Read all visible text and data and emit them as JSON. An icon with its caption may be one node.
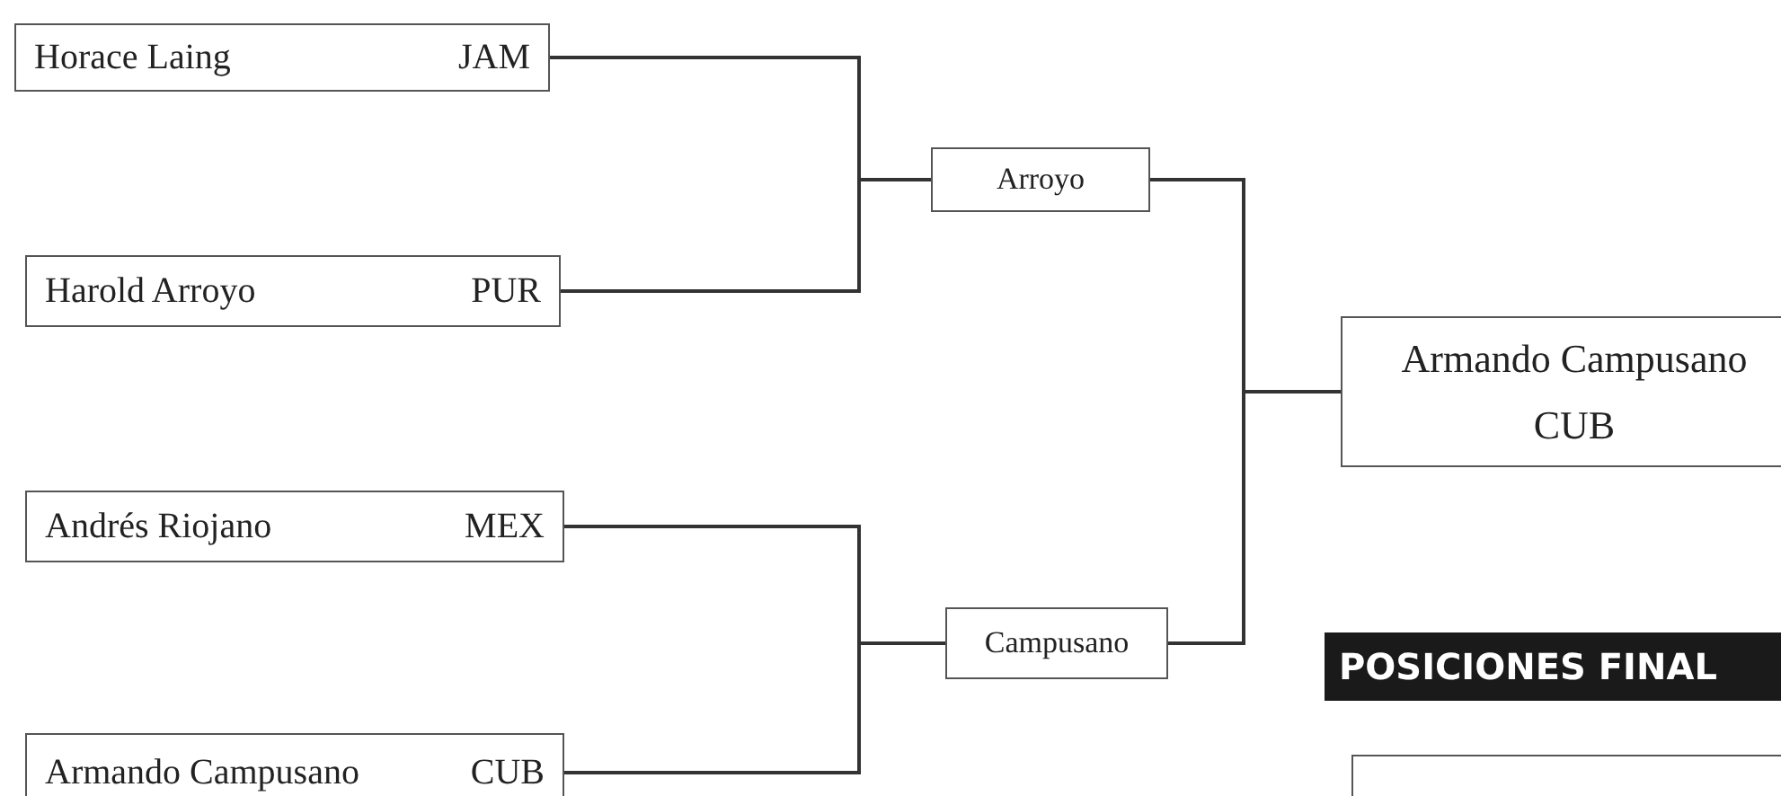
{
  "diagram": {
    "nodes": [
      {
        "text": [
          "Horace Laing",
          "JAM"
        ]
      },
      {
        "text": [
          "Harold Arroyo",
          "PUR"
        ]
      },
      {
        "text": [
          "Andrés Riojano",
          "MEX"
        ]
      },
      {
        "text": [
          "Armando Campusano",
          "CUB"
        ]
      },
      {
        "text": [
          "Arroyo"
        ]
      },
      {
        "text": [
          "Campusano"
        ]
      },
      {
        "text": [
          "Armando Campusano",
          "CUB"
        ]
      },
      {
        "text": [],
        "shape": "box"
      }
    ],
    "edges": [
      {
        "from": 0,
        "to": 4,
        "arrow": "none"
      },
      {
        "from": 1,
        "to": 4,
        "arrow": "none"
      },
      {
        "from": 2,
        "to": 5,
        "arrow": "none"
      },
      {
        "from": 3,
        "to": 5,
        "arrow": "none"
      },
      {
        "from": 4,
        "to": 6,
        "arrow": "none"
      },
      {
        "from": 5,
        "to": 6,
        "arrow": "none"
      }
    ],
    "labels": [
      "POSICIONES FINAL"
    ]
  }
}
